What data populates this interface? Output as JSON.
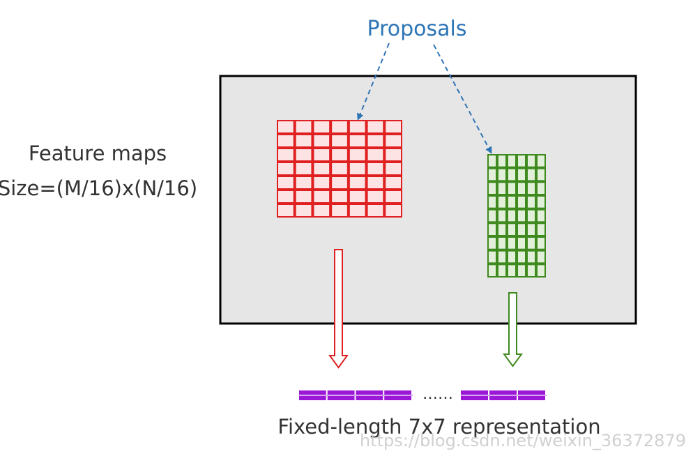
{
  "labels": {
    "proposals": "Proposals",
    "feature_maps_line1": "Feature maps",
    "feature_maps_line2": "Size=(M/16)x(N/16)",
    "ellipsis": "……",
    "fixed_length": "Fixed-length 7x7 representation",
    "watermark": "https://blog.csdn.net/weixin_36372879"
  },
  "colors": {
    "proposal_label": "#2e75b6",
    "proposal_arrow": "#2e75b6",
    "feature_map_fill": "#e7e6e6",
    "feature_map_border": "#000000",
    "red_grid": "#e02020",
    "red_grid_fill": "#fde3e3",
    "green_grid": "#3f8a1f",
    "green_grid_fill": "#e2f0d9",
    "purple_bar": "#9b19d6",
    "text": "#333333",
    "watermark": "#c8c8c8"
  },
  "grids": {
    "red": {
      "rows": 7,
      "cols": 7
    },
    "green": {
      "rows": 9,
      "cols": 6
    }
  },
  "bars": {
    "left_segments": 4,
    "right_segments": 3
  }
}
